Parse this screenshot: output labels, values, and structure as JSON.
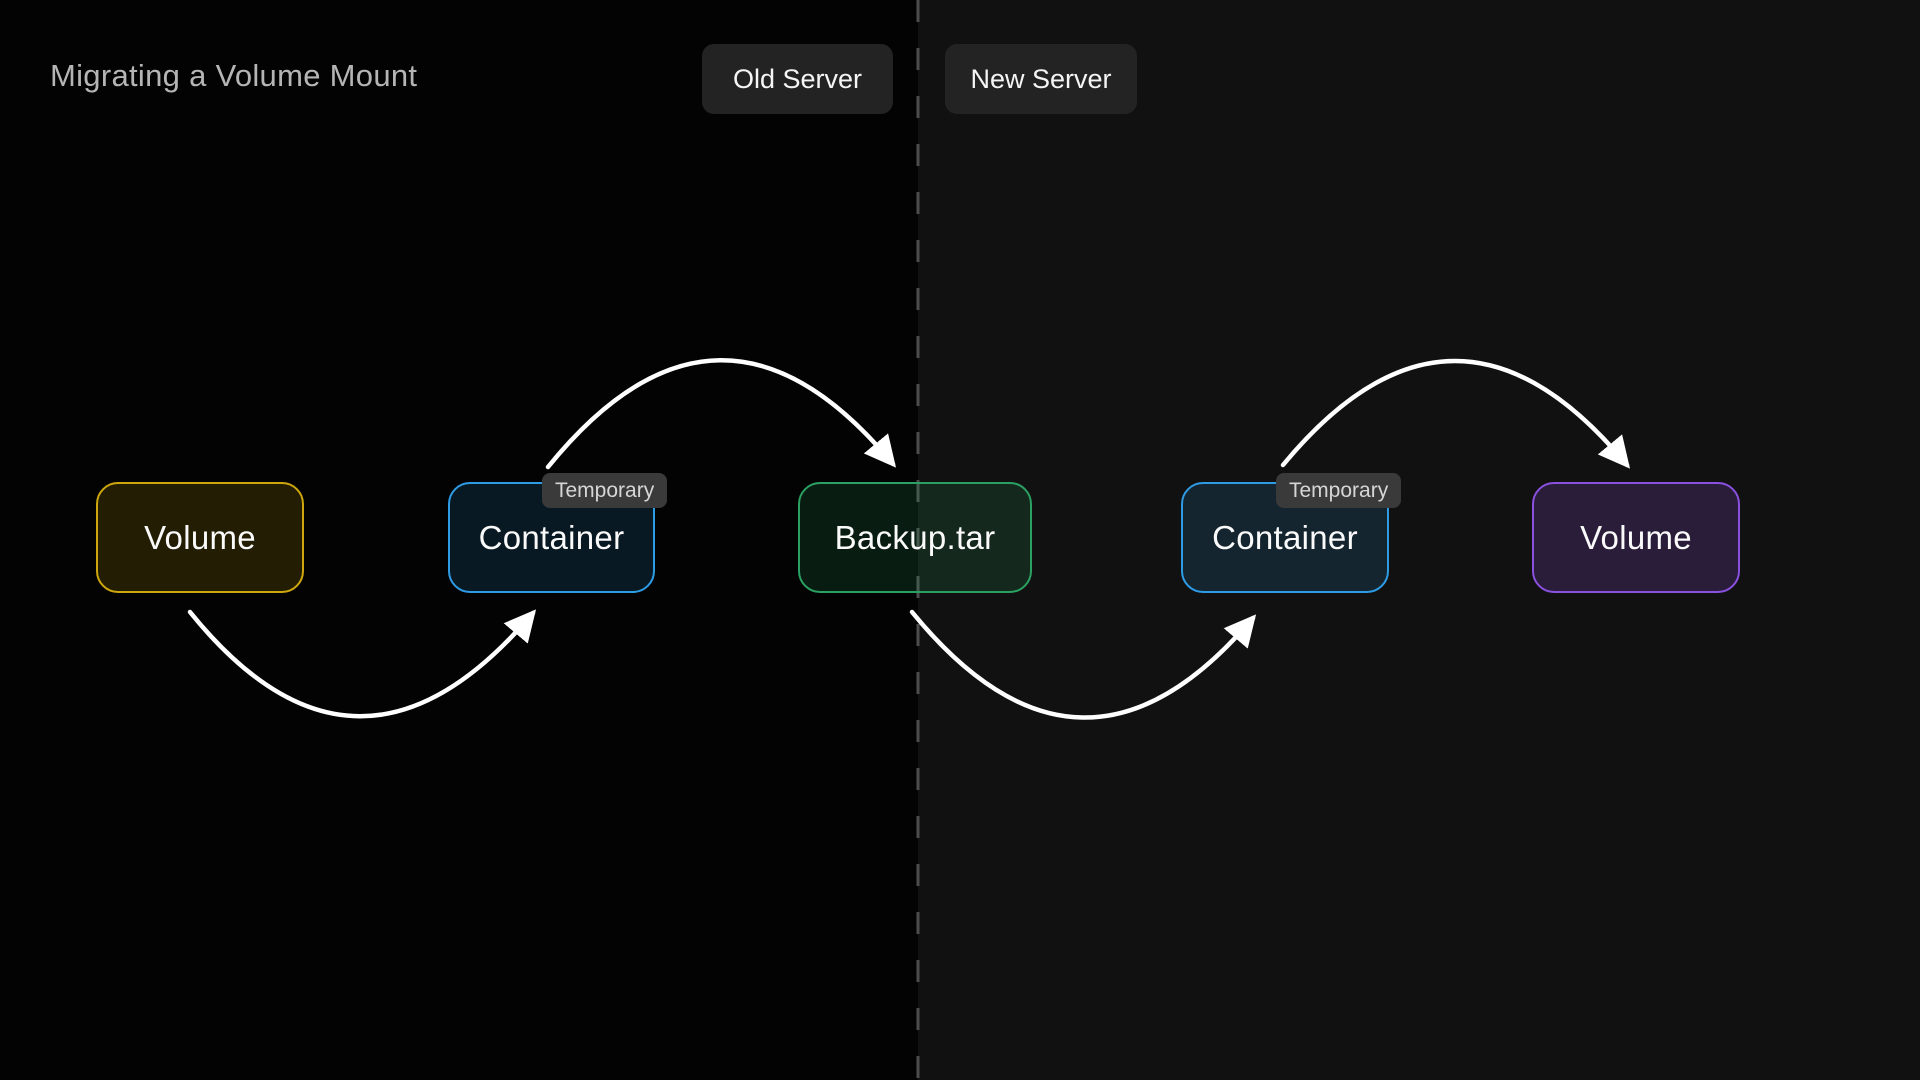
{
  "title": "Migrating a Volume Mount",
  "regions": {
    "old_server": {
      "label": "Old Server"
    },
    "new_server": {
      "label": "New Server"
    }
  },
  "nodes": [
    {
      "id": "volume-old",
      "label": "Volume",
      "server": "old",
      "accent_color": "#cda70d"
    },
    {
      "id": "container-old",
      "label": "Container",
      "server": "old",
      "accent_color": "#2e9be5",
      "badge": "Temporary"
    },
    {
      "id": "backup-tar",
      "label": "Backup.tar",
      "server": "boundary",
      "accent_color": "#2aa162"
    },
    {
      "id": "container-new",
      "label": "Container",
      "server": "new",
      "accent_color": "#2e9be5",
      "badge": "Temporary"
    },
    {
      "id": "volume-new",
      "label": "Volume",
      "server": "new",
      "accent_color": "#8a50e0"
    }
  ],
  "edges": [
    {
      "from": "volume-old",
      "to": "container-old",
      "curve": "bottom"
    },
    {
      "from": "container-old",
      "to": "backup-tar",
      "curve": "top"
    },
    {
      "from": "backup-tar",
      "to": "container-new",
      "curve": "bottom"
    },
    {
      "from": "container-new",
      "to": "volume-new",
      "curve": "top"
    }
  ],
  "divider": {
    "style": "dashed",
    "color": "#4d4d4d",
    "separates": [
      "Old Server",
      "New Server"
    ]
  },
  "colors": {
    "background_left": "#030303",
    "background_right": "#111111",
    "arrow": "#ffffff",
    "pill_background": "#232323",
    "badge_background": "#3a3a3a",
    "title_text": "#b5b5b5",
    "node_text": "#fafafa"
  }
}
